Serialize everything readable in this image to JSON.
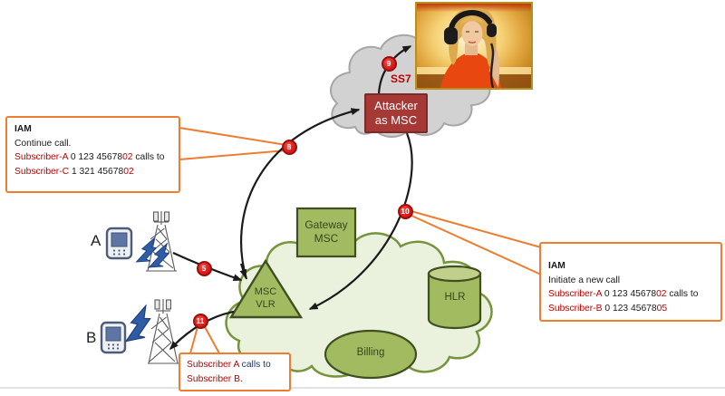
{
  "nodes": {
    "attacker": {
      "line1": "Attacker",
      "line2": "as MSC"
    },
    "gateway_msc": {
      "line1": "Gateway",
      "line2": "MSC"
    },
    "msc_vlr": {
      "line1": "MSC",
      "line2": "VLR"
    },
    "hlr": {
      "label": "HLR"
    },
    "billing": {
      "label": "Billing"
    },
    "ss7": {
      "label": "SS7"
    }
  },
  "devices": {
    "phone_a_label": "A",
    "phone_b_label": "B"
  },
  "steps": {
    "s5": "5",
    "s8": "8",
    "s9": "9",
    "s10": "10",
    "s11": "11"
  },
  "callouts": {
    "left": {
      "title": "IAM",
      "intro": "Continue call.",
      "from_name": "Subscriber-A",
      "from_num": " 0 123 45678",
      "from_suffix": "02",
      "connector": " calls to",
      "to_name": "Subscriber-C",
      "to_num": " 1 321 45678",
      "to_suffix": "02"
    },
    "right": {
      "title": "IAM",
      "intro": "Initiate a new call",
      "from_name": "Subscriber-A",
      "from_num": " 0 123 45678",
      "from_suffix": "02",
      "connector": " calls to",
      "to_name": "Subscriber-B",
      "to_num": " 0 123 45678",
      "to_suffix": "05"
    },
    "bottom": {
      "from_name": "Subscriber A",
      "connector": " calls to",
      "to_name": "Subscriber B."
    }
  },
  "colors": {
    "callout_border": "#ED7D31",
    "red_text": "#C00000",
    "attacker_fill": "#A63936",
    "node_green": "#A2BB60",
    "cloud_green": "#EAF1DC",
    "cloud_grey": "#D2D2D2",
    "badge_red": "#DE1E1E",
    "arrow_black": "#1A1A1A"
  }
}
